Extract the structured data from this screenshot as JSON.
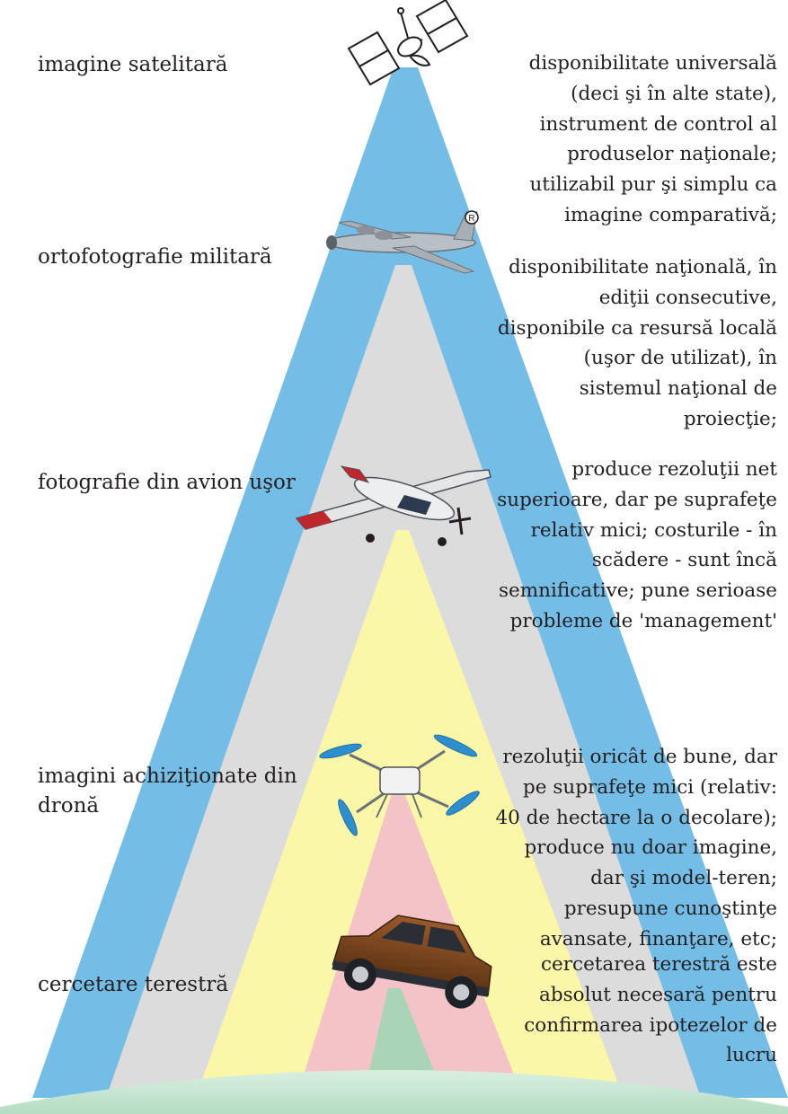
{
  "levels": [
    {
      "name": "imagine satelitară",
      "icon": "satellite-icon",
      "color": "#74bde6",
      "description": [
        "disponibilitate universală",
        "(deci şi în alte state),",
        "instrument de control al",
        "produselor naţionale;",
        "utilizabil pur şi simplu ca",
        "imagine comparativă;"
      ]
    },
    {
      "name": "ortofotografie militară",
      "icon": "military-airplane-icon",
      "color": "#dcdcdc",
      "description": [
        "disponibilitate naţională, în",
        "ediţii consecutive,",
        "disponibile ca resursă locală",
        "(uşor de utilizat), în",
        "sistemul naţional de",
        "proiecţie;"
      ]
    },
    {
      "name": "fotografie din avion uşor",
      "icon": "light-airplane-icon",
      "color": "#fbf7a8",
      "description": [
        "produce rezoluţii net",
        "superioare, dar pe suprafeţe",
        "relativ mici; costurile - în",
        "scădere - sunt încă",
        "semnificative; pune serioase",
        "probleme de 'management'"
      ]
    },
    {
      "name_lines": [
        "imagini achiziţionate din",
        "dronă"
      ],
      "icon": "drone-icon",
      "color": "#f3c3c8",
      "description": [
        "rezoluţii oricât de bune, dar",
        "pe suprafeţe mici (relativ:",
        "40 de hectare la o decolare);",
        "produce nu doar imagine,",
        "dar şi model-teren;",
        "presupune cunoştinţe",
        "avansate, finanţare, etc;"
      ]
    },
    {
      "name": "cercetare terestră",
      "icon": "car-icon",
      "color": "#aad4b6",
      "description": [
        "cercetarea terestră este",
        "absolut necesară pentru",
        "confirmarea ipotezelor de",
        "lucru"
      ]
    }
  ],
  "ground": {
    "icon": "ground-arc",
    "color": "#c9e8d3"
  }
}
